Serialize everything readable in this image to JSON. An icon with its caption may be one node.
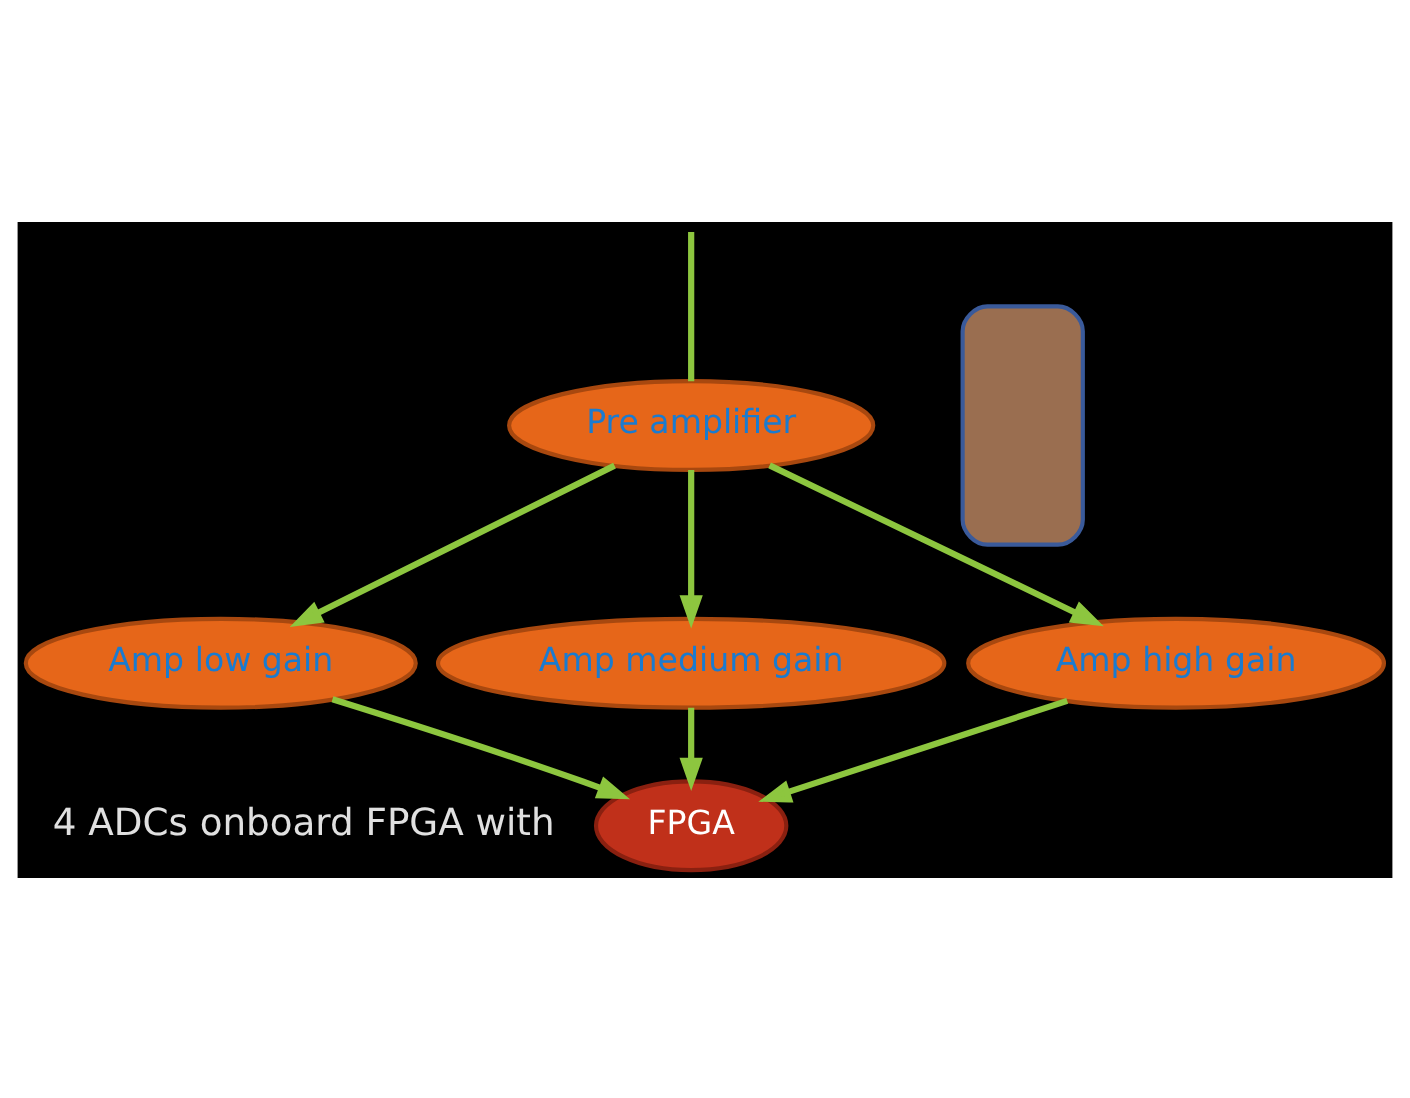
{
  "diagram": {
    "nodes": [
      {
        "text": [
          "Pre amplifier"
        ]
      },
      {
        "text": [
          "Amp low gain"
        ]
      },
      {
        "text": [
          "Amp medium gain"
        ]
      },
      {
        "text": [
          "Amp high gain"
        ]
      },
      {
        "text": [
          "FPGA"
        ]
      },
      {
        "text": [],
        "shape": "box"
      }
    ],
    "edges": [
      {
        "from": null,
        "to": 0,
        "arrow": "none"
      },
      {
        "from": 0,
        "to": 1,
        "arrow": "to"
      },
      {
        "from": 0,
        "to": 2,
        "arrow": "to"
      },
      {
        "from": 0,
        "to": 3,
        "arrow": "to"
      },
      {
        "from": 1,
        "to": 4,
        "arrow": "to"
      },
      {
        "from": 2,
        "to": 4,
        "arrow": "to"
      },
      {
        "from": 3,
        "to": 4,
        "arrow": "to"
      }
    ],
    "labels": [
      "4 ADCs onboard FPGA with"
    ]
  }
}
